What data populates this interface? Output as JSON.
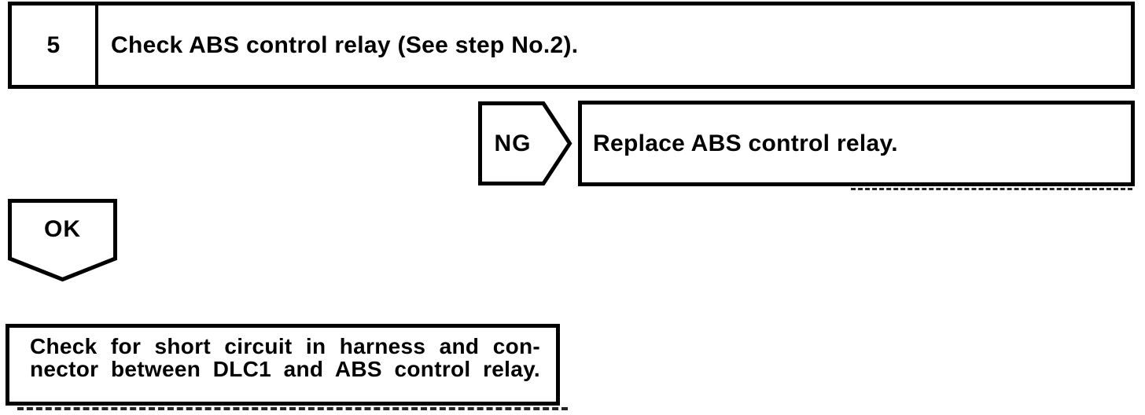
{
  "page": {
    "background": "#ffffff",
    "ink": "#000000"
  },
  "flowchart": {
    "step_box": {
      "number": "5",
      "instruction": "Check ABS control relay (See step No.2)."
    },
    "ng_connector": {
      "label": "NG"
    },
    "ng_result_box": {
      "text": "Replace ABS control relay."
    },
    "ok_connector": {
      "label": "OK"
    },
    "ok_result_box": {
      "lines": [
        "Check for short circuit in harness and con-",
        "nector between DLC1 and ABS control relay."
      ]
    }
  }
}
